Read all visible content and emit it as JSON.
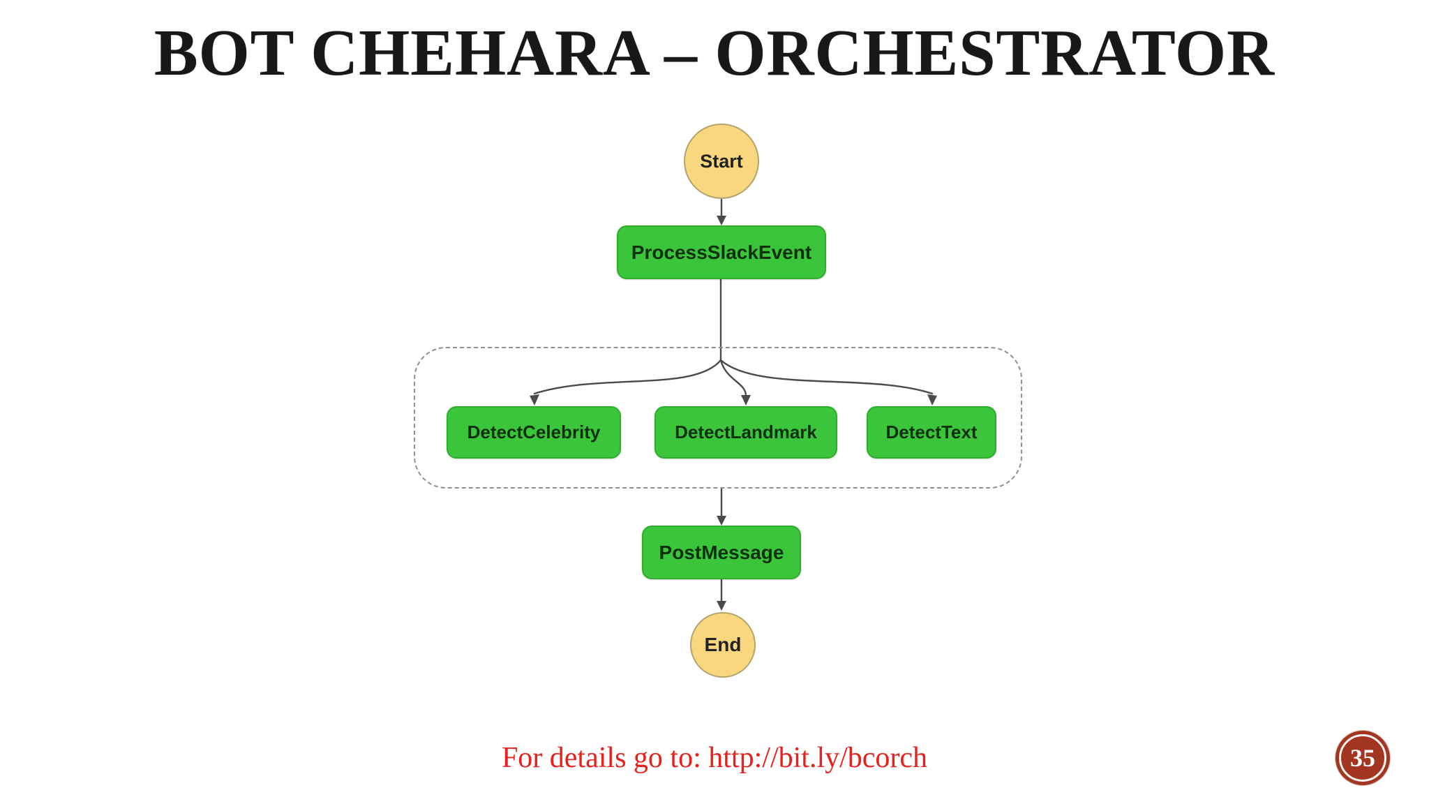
{
  "slide": {
    "title": "BOT CHEHARA – ORCHESTRATOR",
    "footer": {
      "prefix": "For details go to: ",
      "link": "http://bit.ly/bcorch"
    },
    "page_number": "35"
  },
  "diagram": {
    "type": "flowchart",
    "nodes": {
      "start": {
        "label": "Start",
        "shape": "circle",
        "fill": "#f8d77e",
        "border": "#b4a36d"
      },
      "process_slack_event": {
        "label": "ProcessSlackEvent",
        "shape": "rounded-rect",
        "fill": "#3bc53b"
      },
      "detect_celebrity": {
        "label": "DetectCelebrity",
        "shape": "rounded-rect",
        "fill": "#3bc53b"
      },
      "detect_landmark": {
        "label": "DetectLandmark",
        "shape": "rounded-rect",
        "fill": "#3bc53b"
      },
      "detect_text": {
        "label": "DetectText",
        "shape": "rounded-rect",
        "fill": "#3bc53b"
      },
      "post_message": {
        "label": "PostMessage",
        "shape": "rounded-rect",
        "fill": "#3bc53b"
      },
      "end": {
        "label": "End",
        "shape": "circle",
        "fill": "#f8d77e",
        "border": "#b4a36d"
      }
    },
    "parallel_group": {
      "style": "dashed-rounded-rect",
      "contains": [
        "detect_celebrity",
        "detect_landmark",
        "detect_text"
      ]
    },
    "edges": [
      {
        "from": "start",
        "to": "process_slack_event"
      },
      {
        "from": "process_slack_event",
        "to": "detect_celebrity"
      },
      {
        "from": "process_slack_event",
        "to": "detect_landmark"
      },
      {
        "from": "process_slack_event",
        "to": "detect_text"
      },
      {
        "from": "parallel_group",
        "to": "post_message"
      },
      {
        "from": "post_message",
        "to": "end"
      }
    ],
    "colors": {
      "task_fill": "#3bc53b",
      "terminal_fill": "#f8d77e",
      "connector": "#4a4a4a",
      "group_border": "#8f8f8f"
    }
  },
  "badge": {
    "bg_color": "#a23620",
    "ring_color": "#ffffff"
  }
}
